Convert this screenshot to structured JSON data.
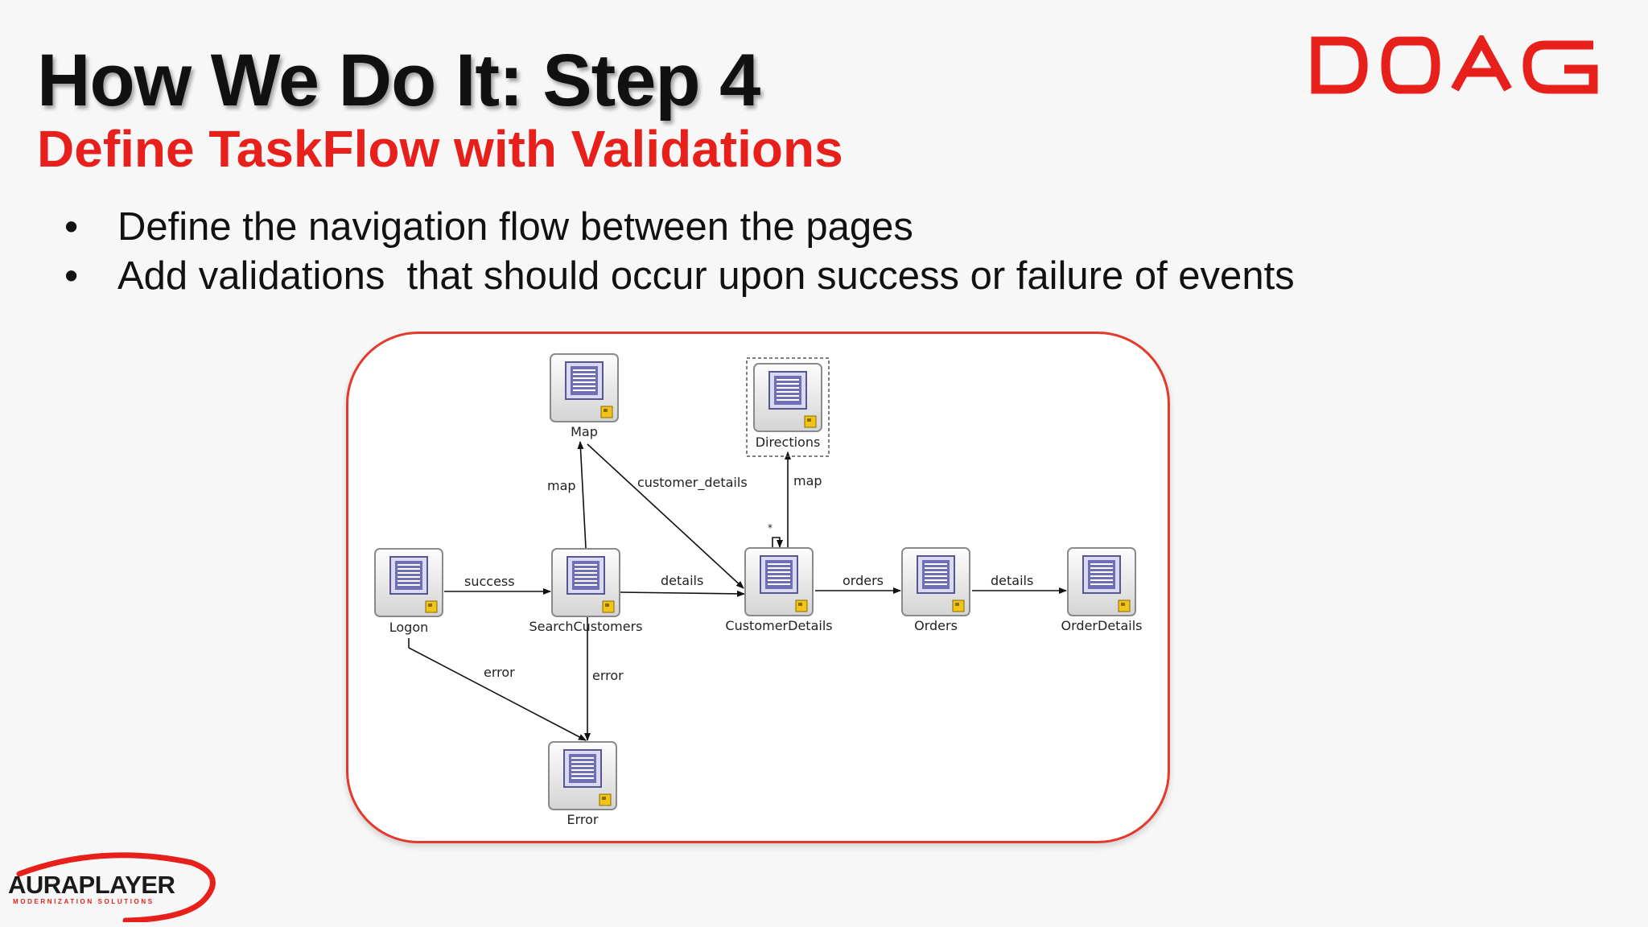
{
  "header": {
    "title": "How We Do It: Step 4",
    "subtitle": "Define TaskFlow with Validations"
  },
  "logos": {
    "doag": "DOAG",
    "auraplayer": "AURAPLAYER",
    "auraplayer_tagline": "MODERNIZATION SOLUTIONS"
  },
  "bullets": [
    "Define the navigation flow between the pages",
    "Add validations  that should occur upon success or failure of events"
  ],
  "colors": {
    "accent_red": "#e8201c",
    "title_black": "#111111",
    "frame_red": "#e33a2c"
  },
  "diagram": {
    "nodes": {
      "map": "Map",
      "directions": "Directions",
      "logon": "Logon",
      "search_customers": "SearchCustomers",
      "customer_details": "CustomerDetails",
      "orders": "Orders",
      "order_details": "OrderDetails",
      "error": "Error"
    },
    "edges": {
      "logon_success": "success",
      "search_details": "details",
      "customer_orders": "orders",
      "orders_details": "details",
      "search_map": "map",
      "map_customer_details": "customer_details",
      "customer_map": "map",
      "logon_error": "error",
      "search_error": "error",
      "wildcard": "*"
    }
  }
}
